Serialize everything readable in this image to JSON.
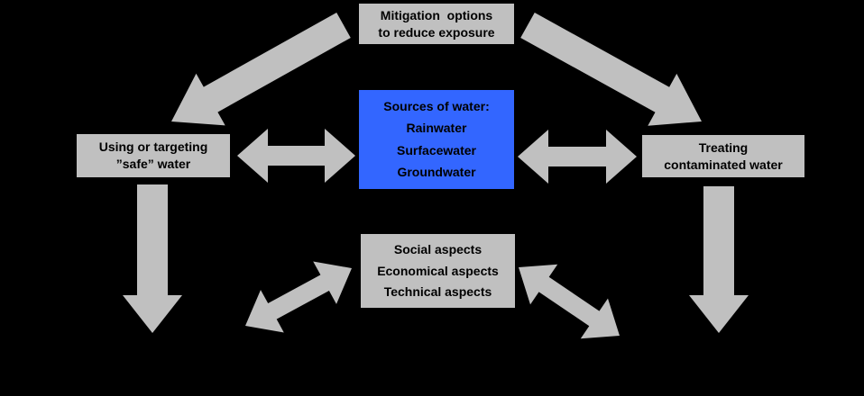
{
  "colors": {
    "background": "#000000",
    "box_gray": "#c0c0c0",
    "box_blue": "#3366ff",
    "arrow_gray": "#c0c0c0",
    "text": "#000000"
  },
  "boxes": {
    "top": {
      "lines": [
        "Mitigation  options",
        "to reduce exposure"
      ]
    },
    "left": {
      "lines": [
        "Using or targeting",
        "”safe” water"
      ]
    },
    "center": {
      "lines": [
        "Sources of water:",
        "Rainwater",
        "Surfacewater",
        "Groundwater"
      ]
    },
    "right": {
      "lines": [
        "Treating",
        "contaminated water"
      ]
    },
    "bottom": {
      "lines": [
        "Social aspects",
        "Economical aspects",
        "Technical aspects"
      ]
    }
  },
  "arrows": [
    {
      "name": "mitigation-to-safe-water",
      "direction": "single",
      "from": "top",
      "to": "left"
    },
    {
      "name": "mitigation-to-treating",
      "direction": "single",
      "from": "top",
      "to": "right"
    },
    {
      "name": "safe-water-sources-link",
      "direction": "double",
      "from": "left",
      "to": "center"
    },
    {
      "name": "sources-treating-link",
      "direction": "double",
      "from": "center",
      "to": "right"
    },
    {
      "name": "safe-water-down",
      "direction": "single",
      "from": "left",
      "to": "below"
    },
    {
      "name": "treating-down",
      "direction": "single",
      "from": "right",
      "to": "below"
    },
    {
      "name": "aspects-lower-left-link",
      "direction": "double",
      "from": "bottom",
      "to": "lower-left"
    },
    {
      "name": "aspects-lower-right-link",
      "direction": "double",
      "from": "bottom",
      "to": "lower-right"
    }
  ]
}
